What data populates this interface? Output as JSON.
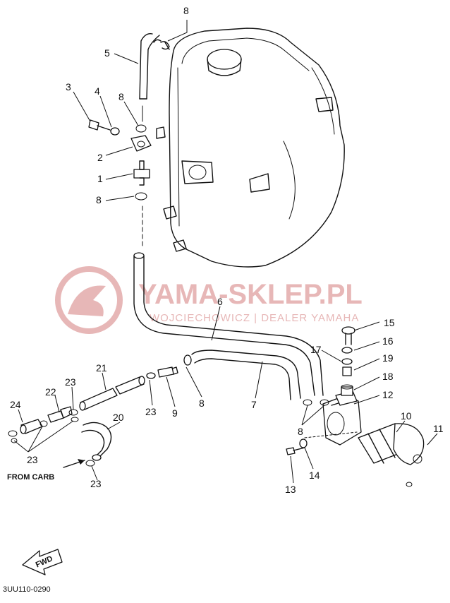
{
  "callouts": [
    "1",
    "2",
    "3",
    "4",
    "5",
    "6",
    "7",
    "8",
    "9",
    "10",
    "11",
    "12",
    "13",
    "14",
    "15",
    "16",
    "17",
    "18",
    "19",
    "20",
    "21",
    "22",
    "23",
    "24"
  ],
  "from_carb_label": "FROM CARB",
  "fwd_label": "FWD",
  "diagram_code": "3UU110-0290",
  "watermark": {
    "title": "YAMA-SKLEP.PL",
    "subtitle": "WOJCIECHOWICZ | DEALER YAMAHA",
    "color": "#e7b7b7"
  }
}
